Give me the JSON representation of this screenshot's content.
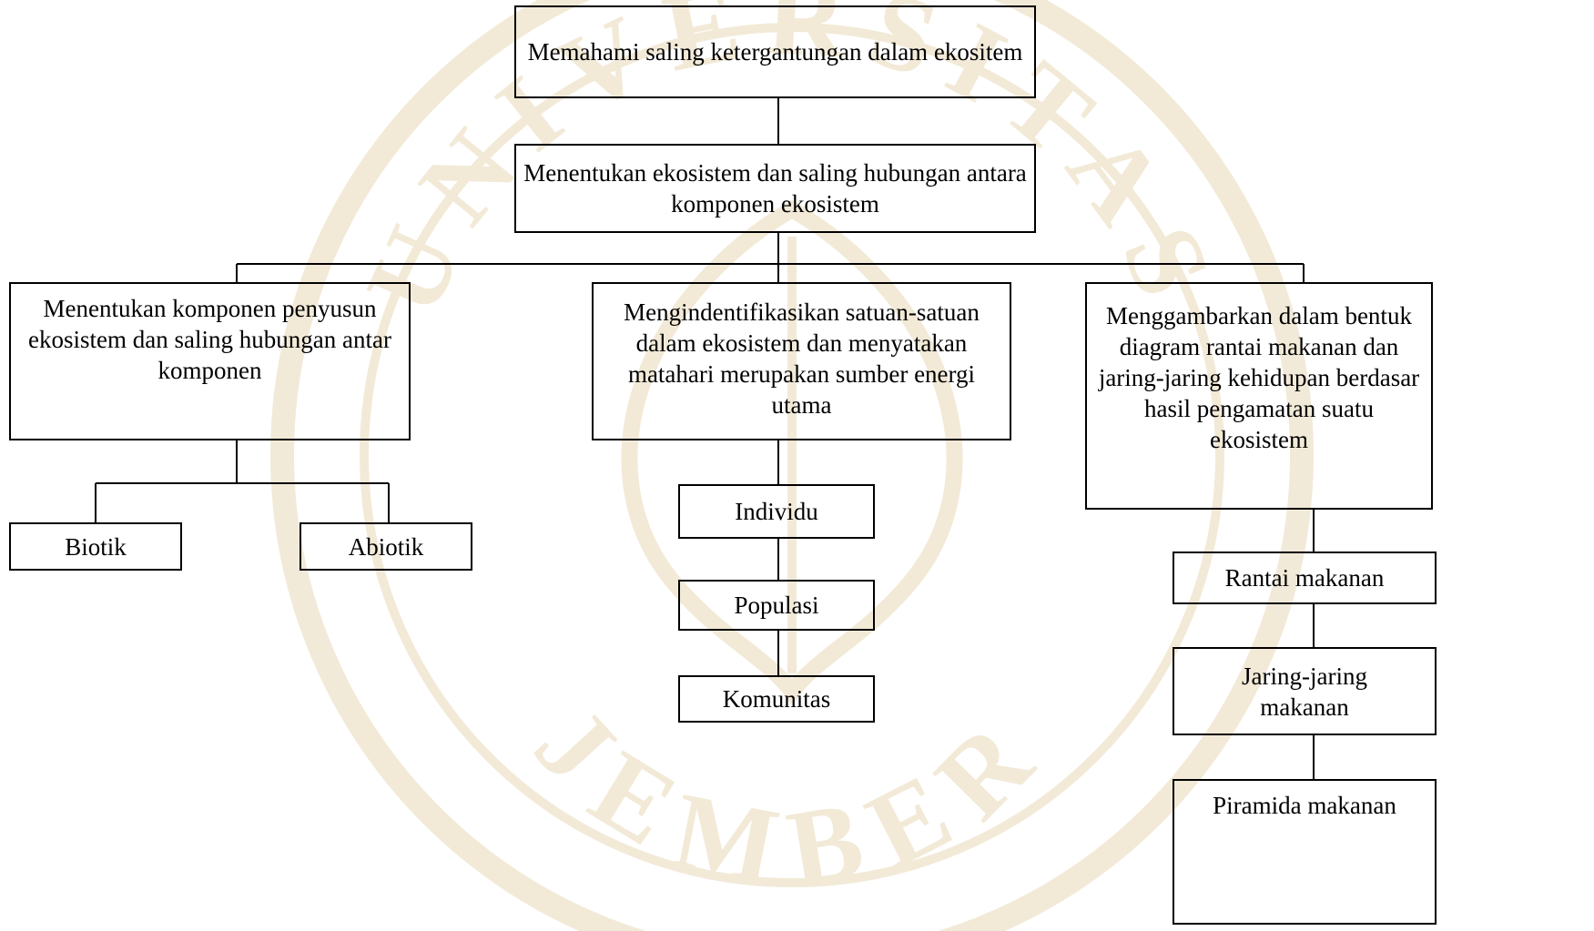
{
  "watermark": {
    "top_text": "UNIVERSITAS",
    "bottom_text": "JEMBER",
    "color": "#e8d9b8"
  },
  "nodes": {
    "root": "Memahami saling ketergantungan dalam ekositem",
    "level2": "Menentukan ekosistem  dan saling hubungan antara komponen ekosistem",
    "left": "Menentukan komponen penyusun ekosistem dan saling hubungan antar komponen",
    "biotik": "Biotik",
    "abiotik": "Abiotik",
    "center": "Mengindentifikasikan satuan-satuan dalam ekosistem dan menyatakan matahari merupakan sumber energi utama",
    "individu": "Individu",
    "populasi": "Populasi",
    "komunitas": "Komunitas",
    "right": "Menggambarkan dalam bentuk diagram rantai makanan dan jaring-jaring kehidupan berdasar hasil pengamatan suatu ekosistem",
    "rantai": "Rantai makanan",
    "jaring": "Jaring-jaring makanan",
    "piramida": "Piramida makanan"
  }
}
